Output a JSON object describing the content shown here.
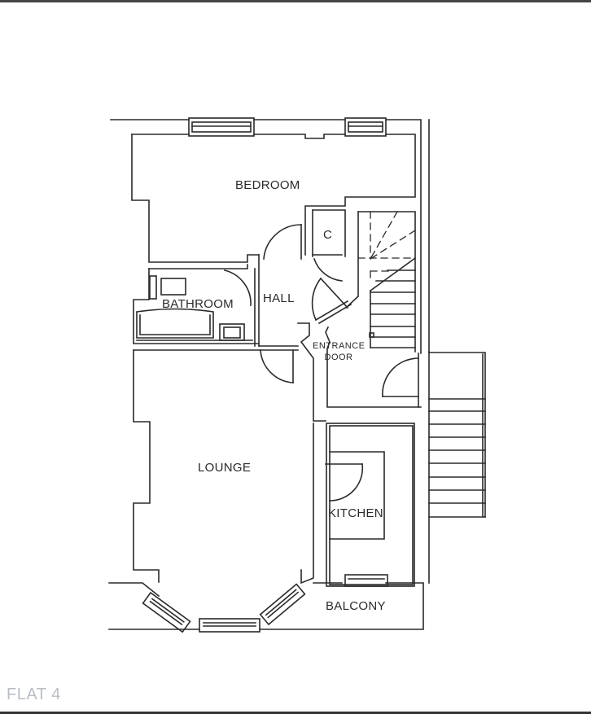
{
  "plan": {
    "title": "FLAT 4",
    "rooms": {
      "bedroom": "BEDROOM",
      "cupboard": "C",
      "bathroom": "BATHROOM",
      "hall": "HALL",
      "entrance_line1": "ENTRANCE",
      "entrance_line2": "DOOR",
      "lounge": "LOUNGE",
      "kitchen": "KITCHEN",
      "balcony": "BALCONY"
    },
    "colors": {
      "line": "#2a2a2a",
      "caption": "#b9bec6",
      "background": "#ffffff"
    }
  }
}
